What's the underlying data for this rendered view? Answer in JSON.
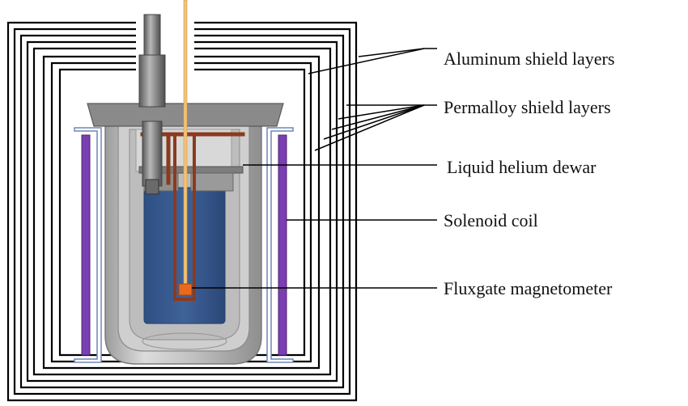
{
  "labels": {
    "aluminum": "Aluminum shield layers",
    "permalloy": "Permalloy shield layers",
    "dewar": "Liquid helium dewar",
    "solenoid": "Solenoid coil",
    "fluxgate": "Fluxgate magnetometer"
  },
  "colors": {
    "shield_lines": "#000000",
    "steel_light": "#d4d4d4",
    "steel_mid": "#a8a8a8",
    "steel_dark": "#6e6e6e",
    "lid": "#8a8a8a",
    "copper": "#8b3a1e",
    "helium_blue": "#3a5c8c",
    "coil_purple": "#7a3fb0",
    "coil_frame": "#6f86b8",
    "probe_rod": "#f2c27a",
    "sensor_orange": "#e8691f"
  }
}
